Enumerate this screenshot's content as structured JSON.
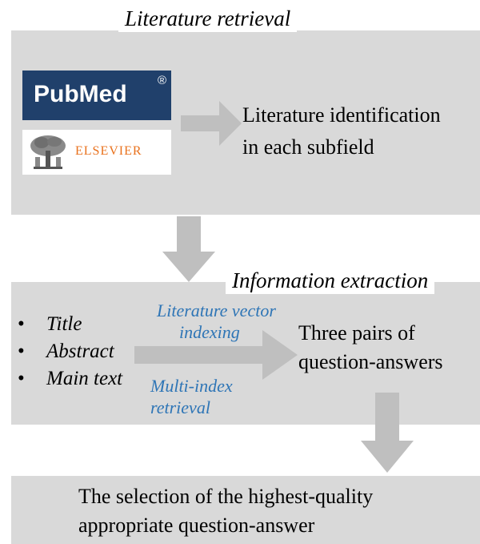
{
  "sections": {
    "retrieval": {
      "title": "Literature retrieval",
      "logos": {
        "pubmed": "PubMed",
        "pubmed_reg": "®",
        "elsevier": "ELSEVIER"
      },
      "result": [
        "Literature identification",
        "in each subfield"
      ]
    },
    "extraction": {
      "title": "Information extraction",
      "bullets": [
        "Title",
        "Abstract",
        "Main text"
      ],
      "method_top": [
        "Literature vector",
        "indexing"
      ],
      "method_bottom": [
        "Multi-index",
        "retrieval"
      ],
      "result": [
        "Three pairs of",
        "question-answers"
      ]
    },
    "selection": {
      "text": [
        "The selection of the highest-quality",
        "appropriate question-answer"
      ]
    }
  },
  "colors": {
    "box": "#d9d9d9",
    "arrow": "#bfbfbf",
    "method_text": "#2e75b6",
    "pubmed_bg": "#20406b",
    "elsevier_text": "#e9711c"
  }
}
